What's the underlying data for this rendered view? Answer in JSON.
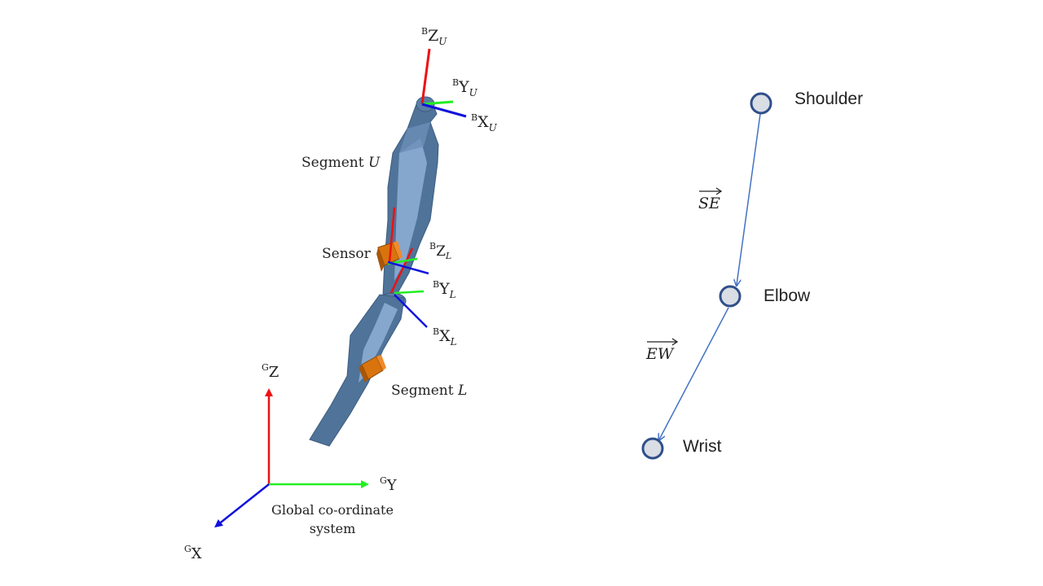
{
  "left_diagram": {
    "segment_u": {
      "label": "Segment ",
      "var": "U"
    },
    "segment_l": {
      "label": "Segment ",
      "var": "L"
    },
    "sensor": "Sensor",
    "upper_axes": {
      "z": {
        "sup": "B",
        "letter": "Z",
        "sub": "U"
      },
      "y": {
        "sup": "B",
        "letter": "Y",
        "sub": "U"
      },
      "x": {
        "sup": "B",
        "letter": "X",
        "sub": "U"
      }
    },
    "lower_axes": {
      "z": {
        "sup": "B",
        "letter": "Z",
        "sub": "L"
      },
      "y": {
        "sup": "B",
        "letter": "Y",
        "sub": "L"
      },
      "x": {
        "sup": "B",
        "letter": "X",
        "sub": "L"
      }
    },
    "global_axes": {
      "z": {
        "sup": "G",
        "letter": "Z"
      },
      "y": {
        "sup": "G",
        "letter": "Y"
      },
      "x": {
        "sup": "G",
        "letter": "X"
      }
    },
    "global_caption_line1": "Global co-ordinate",
    "global_caption_line2": "system",
    "colors": {
      "z_axis": "#ee1111",
      "y_axis": "#22ee22",
      "x_axis": "#1111dd",
      "limb": "#4f7399",
      "limb_light": "#8fb0d6",
      "sensor": "#d9730d"
    }
  },
  "right_diagram": {
    "shoulder": "Shoulder",
    "elbow": "Elbow",
    "wrist": "Wrist",
    "vector_se": "SE",
    "vector_ew": "EW",
    "colors": {
      "node_fill": "#d9dde4",
      "node_stroke": "#2f4f8a",
      "line": "#4472c4"
    }
  }
}
